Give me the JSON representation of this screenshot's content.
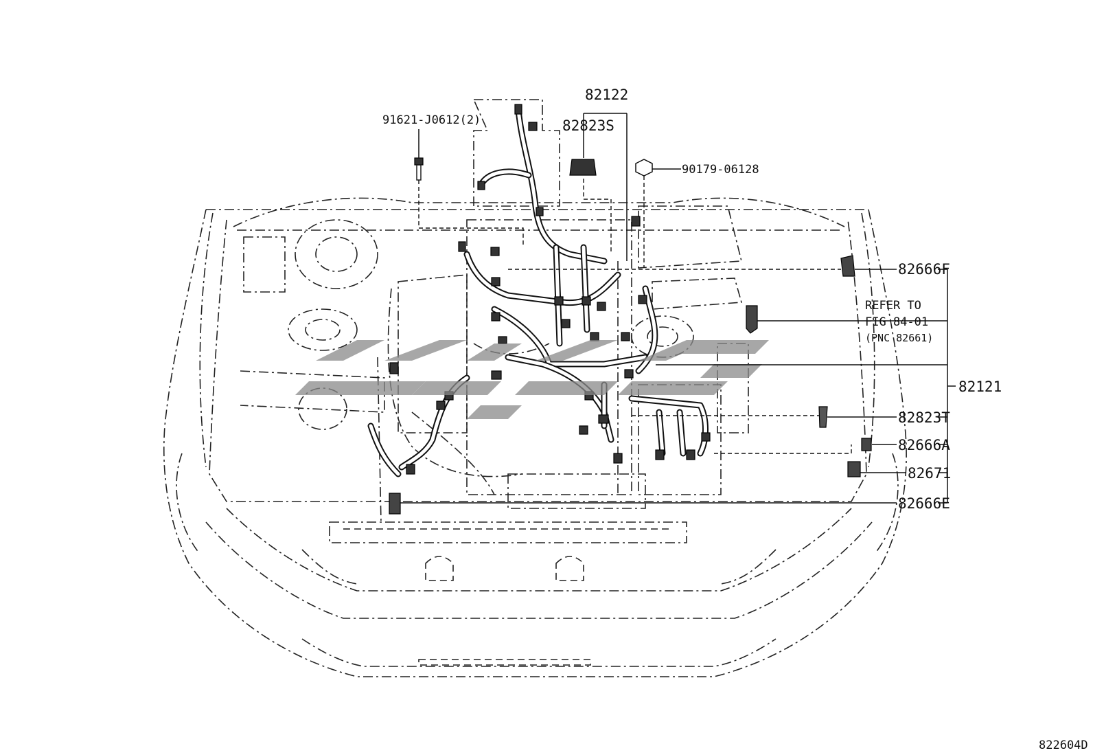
{
  "labels": {
    "p82122": "82122",
    "p82823S": "82823S",
    "p91621": "91621-J0612(2)",
    "p90179": "90179-06128",
    "p82666F": "82666F",
    "refer_line1": "REFER TO",
    "refer_line2": "FIG 84-01",
    "refer_line3": "(PNC 82661)",
    "p82121": "82121",
    "p82823T": "82823T",
    "p82666A": "82666A",
    "p82671": "82671",
    "p82666E": "82666E",
    "figure_id": "822604D"
  }
}
